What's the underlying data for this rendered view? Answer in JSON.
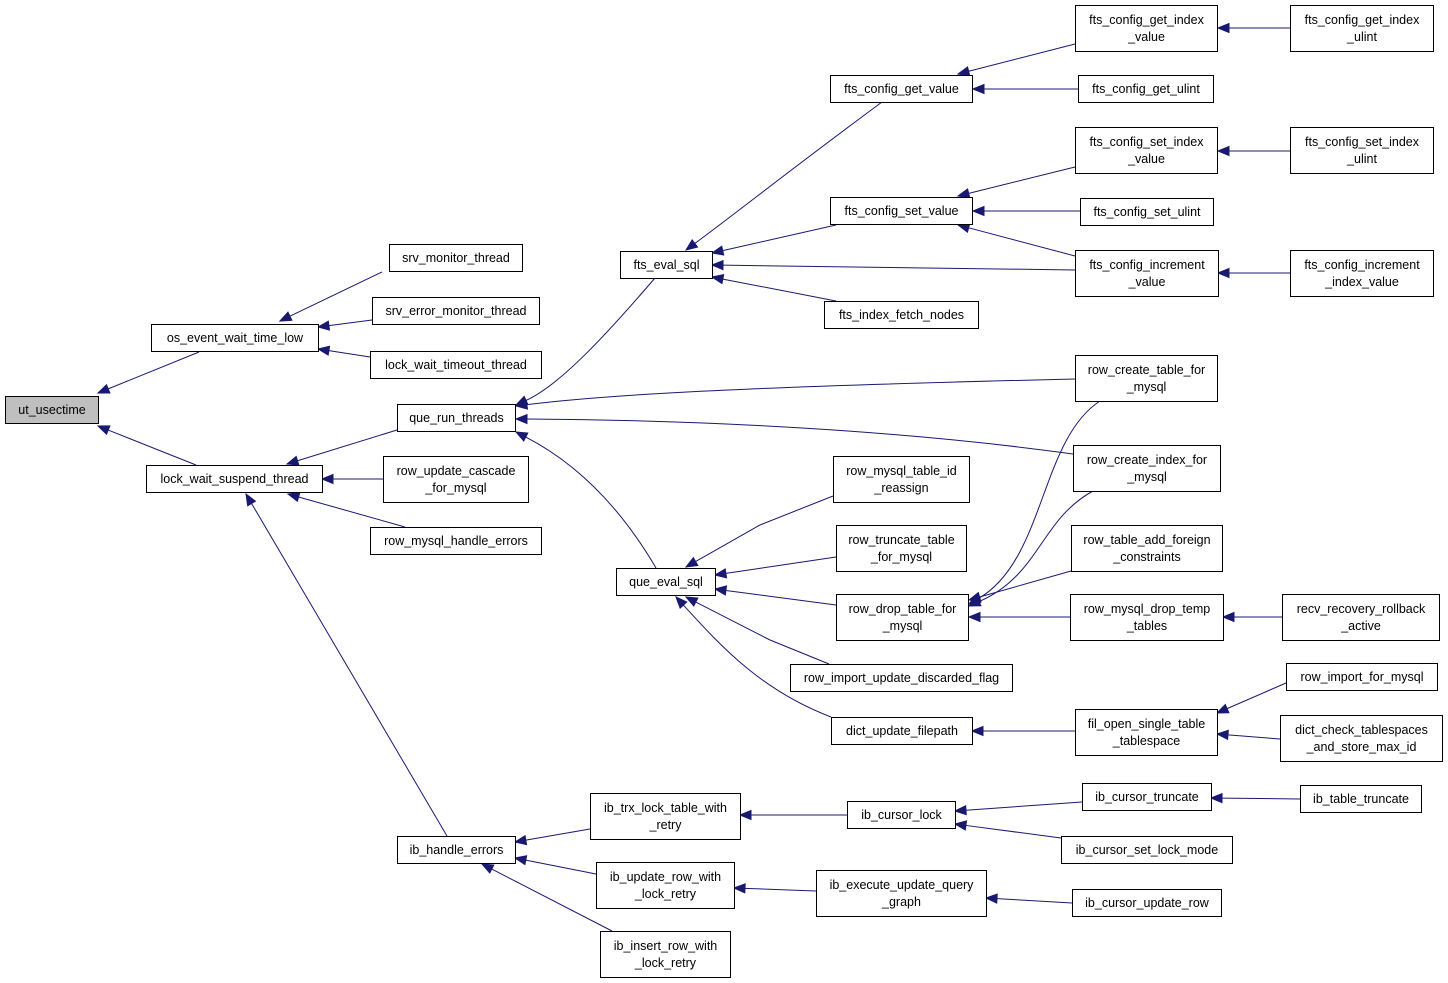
{
  "diagram": {
    "type": "call-graph",
    "colors": {
      "edge": "#191970",
      "root_fill": "#bfbfbf",
      "node_fill": "#ffffff",
      "node_border": "#000000"
    },
    "nodes": [
      {
        "id": "ut_usectime",
        "lines": [
          "ut_usectime"
        ],
        "root": true
      },
      {
        "id": "os_event_wait_time_low",
        "lines": [
          "os_event_wait_time_low"
        ]
      },
      {
        "id": "lock_wait_suspend_thread",
        "lines": [
          "lock_wait_suspend_thread"
        ]
      },
      {
        "id": "srv_monitor_thread",
        "lines": [
          "srv_monitor_thread"
        ]
      },
      {
        "id": "srv_error_monitor_thread",
        "lines": [
          "srv_error_monitor_thread"
        ]
      },
      {
        "id": "lock_wait_timeout_thread",
        "lines": [
          "lock_wait_timeout_thread"
        ]
      },
      {
        "id": "que_run_threads",
        "lines": [
          "que_run_threads"
        ]
      },
      {
        "id": "row_update_cascade_for_mysql",
        "lines": [
          "row_update_cascade",
          "_for_mysql"
        ]
      },
      {
        "id": "row_mysql_handle_errors",
        "lines": [
          "row_mysql_handle_errors"
        ]
      },
      {
        "id": "ib_handle_errors",
        "lines": [
          "ib_handle_errors"
        ]
      },
      {
        "id": "fts_eval_sql",
        "lines": [
          "fts_eval_sql"
        ]
      },
      {
        "id": "que_eval_sql",
        "lines": [
          "que_eval_sql"
        ]
      },
      {
        "id": "ib_trx_lock_table_with_retry",
        "lines": [
          "ib_trx_lock_table_with",
          "_retry"
        ]
      },
      {
        "id": "ib_update_row_with_lock_retry",
        "lines": [
          "ib_update_row_with",
          "_lock_retry"
        ]
      },
      {
        "id": "ib_insert_row_with_lock_retry",
        "lines": [
          "ib_insert_row_with",
          "_lock_retry"
        ]
      },
      {
        "id": "fts_config_get_value",
        "lines": [
          "fts_config_get_value"
        ]
      },
      {
        "id": "fts_config_set_value",
        "lines": [
          "fts_config_set_value"
        ]
      },
      {
        "id": "fts_index_fetch_nodes",
        "lines": [
          "fts_index_fetch_nodes"
        ]
      },
      {
        "id": "row_mysql_table_id_reassign",
        "lines": [
          "row_mysql_table_id",
          "_reassign"
        ]
      },
      {
        "id": "row_truncate_table_for_mysql",
        "lines": [
          "row_truncate_table",
          "_for_mysql"
        ]
      },
      {
        "id": "row_drop_table_for_mysql",
        "lines": [
          "row_drop_table_for",
          "_mysql"
        ]
      },
      {
        "id": "row_import_update_discarded_flag",
        "lines": [
          "row_import_update_discarded_flag"
        ]
      },
      {
        "id": "dict_update_filepath",
        "lines": [
          "dict_update_filepath"
        ]
      },
      {
        "id": "ib_cursor_lock",
        "lines": [
          "ib_cursor_lock"
        ]
      },
      {
        "id": "ib_execute_update_query_graph",
        "lines": [
          "ib_execute_update_query",
          "_graph"
        ]
      },
      {
        "id": "fts_config_get_index_value",
        "lines": [
          "fts_config_get_index",
          "_value"
        ]
      },
      {
        "id": "fts_config_get_ulint",
        "lines": [
          "fts_config_get_ulint"
        ]
      },
      {
        "id": "fts_config_set_index_value",
        "lines": [
          "fts_config_set_index",
          "_value"
        ]
      },
      {
        "id": "fts_config_set_ulint",
        "lines": [
          "fts_config_set_ulint"
        ]
      },
      {
        "id": "fts_config_increment_value",
        "lines": [
          "fts_config_increment",
          "_value"
        ]
      },
      {
        "id": "row_create_table_for_mysql",
        "lines": [
          "row_create_table_for",
          "_mysql"
        ]
      },
      {
        "id": "row_create_index_for_mysql",
        "lines": [
          "row_create_index_for",
          "_mysql"
        ]
      },
      {
        "id": "row_table_add_foreign_constraints",
        "lines": [
          "row_table_add_foreign",
          "_constraints"
        ]
      },
      {
        "id": "row_mysql_drop_temp_tables",
        "lines": [
          "row_mysql_drop_temp",
          "_tables"
        ]
      },
      {
        "id": "fil_open_single_table_tablespace",
        "lines": [
          "fil_open_single_table",
          "_tablespace"
        ]
      },
      {
        "id": "ib_cursor_truncate",
        "lines": [
          "ib_cursor_truncate"
        ]
      },
      {
        "id": "ib_cursor_set_lock_mode",
        "lines": [
          "ib_cursor_set_lock_mode"
        ]
      },
      {
        "id": "ib_cursor_update_row",
        "lines": [
          "ib_cursor_update_row"
        ]
      },
      {
        "id": "fts_config_get_index_ulint",
        "lines": [
          "fts_config_get_index",
          "_ulint"
        ]
      },
      {
        "id": "fts_config_set_index_ulint",
        "lines": [
          "fts_config_set_index",
          "_ulint"
        ]
      },
      {
        "id": "fts_config_increment_index_value",
        "lines": [
          "fts_config_increment",
          "_index_value"
        ]
      },
      {
        "id": "recv_recovery_rollback_active",
        "lines": [
          "recv_recovery_rollback",
          "_active"
        ]
      },
      {
        "id": "row_import_for_mysql",
        "lines": [
          "row_import_for_mysql"
        ]
      },
      {
        "id": "dict_check_tablespaces_and_store_max_id",
        "lines": [
          "dict_check_tablespaces",
          "_and_store_max_id"
        ]
      },
      {
        "id": "ib_table_truncate",
        "lines": [
          "ib_table_truncate"
        ]
      }
    ],
    "edges": [
      {
        "from": "os_event_wait_time_low",
        "to": "ut_usectime"
      },
      {
        "from": "lock_wait_suspend_thread",
        "to": "ut_usectime"
      },
      {
        "from": "srv_monitor_thread",
        "to": "os_event_wait_time_low"
      },
      {
        "from": "srv_error_monitor_thread",
        "to": "os_event_wait_time_low"
      },
      {
        "from": "lock_wait_timeout_thread",
        "to": "os_event_wait_time_low"
      },
      {
        "from": "que_run_threads",
        "to": "lock_wait_suspend_thread"
      },
      {
        "from": "row_update_cascade_for_mysql",
        "to": "lock_wait_suspend_thread"
      },
      {
        "from": "row_mysql_handle_errors",
        "to": "lock_wait_suspend_thread"
      },
      {
        "from": "ib_handle_errors",
        "to": "lock_wait_suspend_thread"
      },
      {
        "from": "fts_eval_sql",
        "to": "que_run_threads"
      },
      {
        "from": "que_eval_sql",
        "to": "que_run_threads"
      },
      {
        "from": "row_create_table_for_mysql",
        "to": "que_run_threads"
      },
      {
        "from": "row_create_index_for_mysql",
        "to": "que_run_threads"
      },
      {
        "from": "fts_config_get_value",
        "to": "fts_eval_sql"
      },
      {
        "from": "fts_config_set_value",
        "to": "fts_eval_sql"
      },
      {
        "from": "fts_config_increment_value",
        "to": "fts_eval_sql"
      },
      {
        "from": "fts_index_fetch_nodes",
        "to": "fts_eval_sql"
      },
      {
        "from": "fts_config_get_index_value",
        "to": "fts_config_get_value"
      },
      {
        "from": "fts_config_get_ulint",
        "to": "fts_config_get_value"
      },
      {
        "from": "fts_config_get_index_ulint",
        "to": "fts_config_get_index_value"
      },
      {
        "from": "fts_config_set_index_value",
        "to": "fts_config_set_value"
      },
      {
        "from": "fts_config_set_ulint",
        "to": "fts_config_set_value"
      },
      {
        "from": "fts_config_increment_value",
        "to": "fts_config_set_value"
      },
      {
        "from": "fts_config_set_index_ulint",
        "to": "fts_config_set_index_value"
      },
      {
        "from": "fts_config_increment_index_value",
        "to": "fts_config_increment_value"
      },
      {
        "from": "row_mysql_table_id_reassign",
        "to": "que_eval_sql"
      },
      {
        "from": "row_truncate_table_for_mysql",
        "to": "que_eval_sql"
      },
      {
        "from": "row_drop_table_for_mysql",
        "to": "que_eval_sql"
      },
      {
        "from": "row_import_update_discarded_flag",
        "to": "que_eval_sql"
      },
      {
        "from": "dict_update_filepath",
        "to": "que_eval_sql"
      },
      {
        "from": "row_create_table_for_mysql",
        "to": "row_drop_table_for_mysql"
      },
      {
        "from": "row_create_index_for_mysql",
        "to": "row_drop_table_for_mysql"
      },
      {
        "from": "row_table_add_foreign_constraints",
        "to": "row_drop_table_for_mysql"
      },
      {
        "from": "row_mysql_drop_temp_tables",
        "to": "row_drop_table_for_mysql"
      },
      {
        "from": "recv_recovery_rollback_active",
        "to": "row_mysql_drop_temp_tables"
      },
      {
        "from": "fil_open_single_table_tablespace",
        "to": "dict_update_filepath"
      },
      {
        "from": "row_import_for_mysql",
        "to": "fil_open_single_table_tablespace"
      },
      {
        "from": "dict_check_tablespaces_and_store_max_id",
        "to": "fil_open_single_table_tablespace"
      },
      {
        "from": "ib_trx_lock_table_with_retry",
        "to": "ib_handle_errors"
      },
      {
        "from": "ib_update_row_with_lock_retry",
        "to": "ib_handle_errors"
      },
      {
        "from": "ib_insert_row_with_lock_retry",
        "to": "ib_handle_errors"
      },
      {
        "from": "ib_cursor_lock",
        "to": "ib_trx_lock_table_with_retry"
      },
      {
        "from": "ib_cursor_truncate",
        "to": "ib_cursor_lock"
      },
      {
        "from": "ib_cursor_set_lock_mode",
        "to": "ib_cursor_lock"
      },
      {
        "from": "ib_table_truncate",
        "to": "ib_cursor_truncate"
      },
      {
        "from": "ib_execute_update_query_graph",
        "to": "ib_update_row_with_lock_retry"
      },
      {
        "from": "ib_cursor_update_row",
        "to": "ib_execute_update_query_graph"
      }
    ]
  }
}
